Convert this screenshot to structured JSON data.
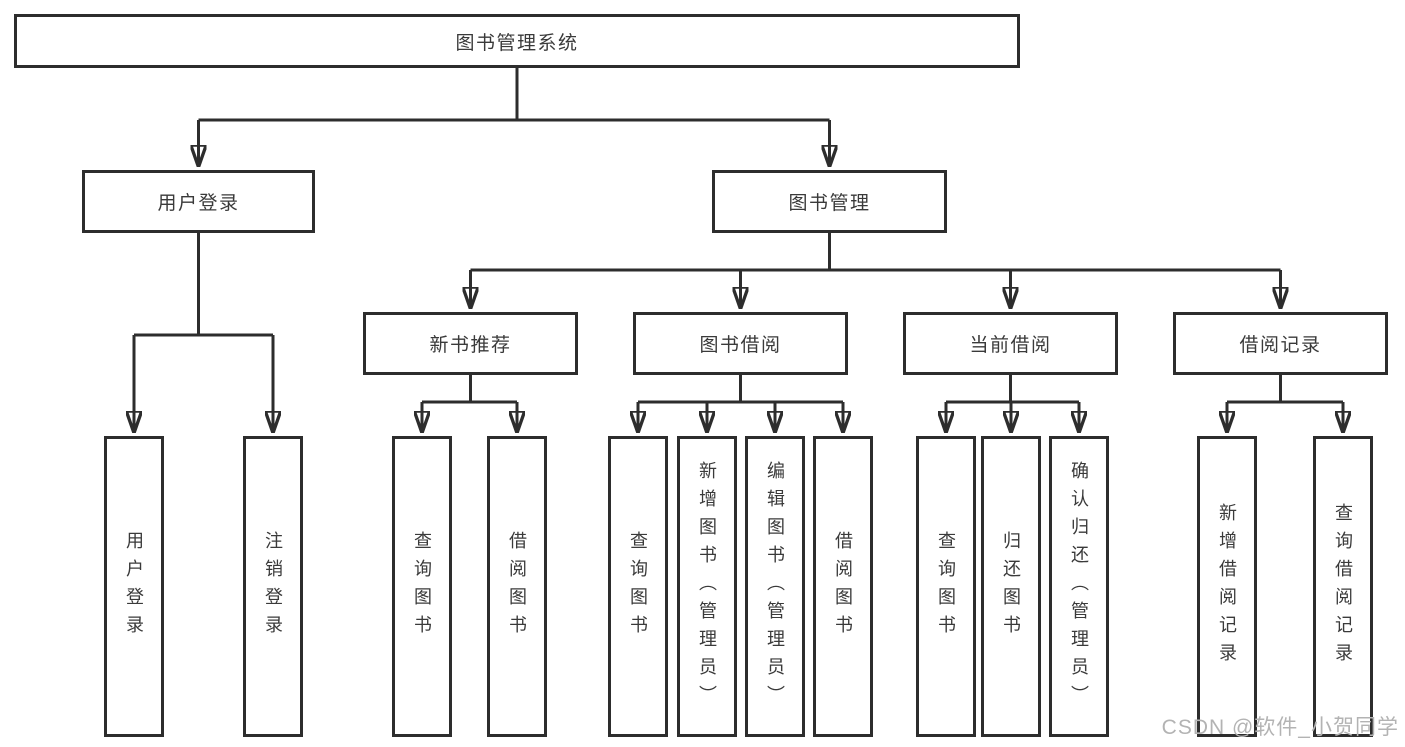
{
  "diagram": {
    "title": "图书管理系统",
    "branches": [
      {
        "label": "用户登录",
        "leaves": [
          "用户登录",
          "注销登录"
        ]
      },
      {
        "label": "图书管理",
        "groups": [
          {
            "label": "新书推荐",
            "leaves": [
              "查询图书",
              "借阅图书"
            ]
          },
          {
            "label": "图书借阅",
            "leaves": [
              "查询图书",
              "新增图书（管理员）",
              "编辑图书（管理员）",
              "借阅图书"
            ]
          },
          {
            "label": "当前借阅",
            "leaves": [
              "查询图书",
              "归还图书",
              "确认归还（管理员）"
            ]
          },
          {
            "label": "借阅记录",
            "leaves": [
              "新增借阅记录",
              "查询借阅记录"
            ]
          }
        ]
      }
    ]
  },
  "watermark": {
    "text": "CSDN @软件_小贺同学"
  },
  "colors": {
    "line": "#2d2d2d",
    "border": "#2d2d2d",
    "text": "#3a3a3a",
    "watermark": "#b3b3b3",
    "background": "#ffffff"
  }
}
